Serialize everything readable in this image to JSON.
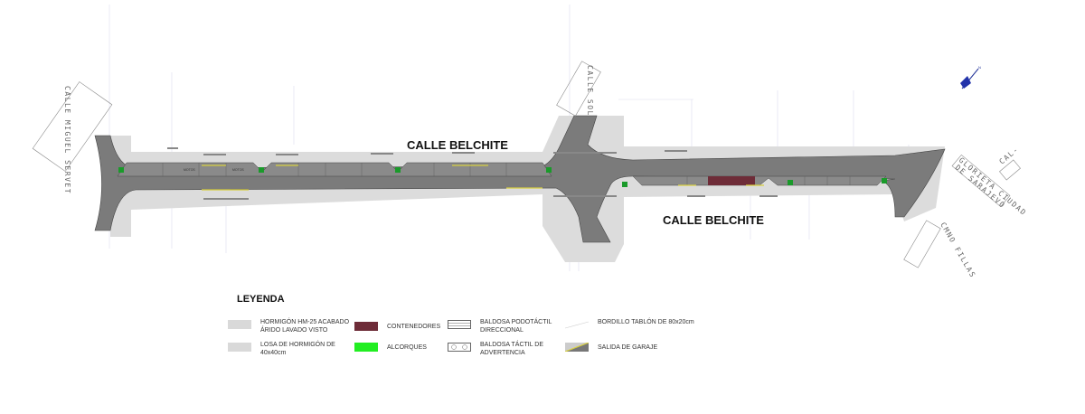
{
  "plan": {
    "street_main_label_top": "CALLE BELCHITE",
    "street_main_label_bottom": "CALLE BELCHITE",
    "street_west": "CALLE MIGUEL SERVET",
    "street_cross": "CALLE SOL",
    "roundabout_line1": "GLORIETA CIUDAD",
    "roundabout_line2": "DE SARAJEVO",
    "street_east_partial": "CAL-",
    "street_southeast": "CMNO FILLAS",
    "parking_motos_1": "MOTOS",
    "parking_motos_2": "MOTOS",
    "north_label": "N"
  },
  "legend": {
    "title": "LEYENDA",
    "items": [
      {
        "label": "HORMIGÓN HM-25 ACABADO ÁRIDO LAVADO VISTO",
        "color": "#d9d9d9"
      },
      {
        "label": "LOSA DE HORMIGÓN DE 40x40cm",
        "color": "#d9d9d9"
      },
      {
        "label": "CONTENEDORES",
        "color": "#6e2c38"
      },
      {
        "label": "ALCORQUES",
        "color": "#22ee22"
      },
      {
        "label": "BALDOSA PODOTÁCTIL DIRECCIONAL"
      },
      {
        "label": "BALDOSA TÁCTIL DE ADVERTENCIA"
      },
      {
        "label": "BORDILLO TABLÓN DE 80x20cm"
      },
      {
        "label": "SALIDA DE GARAJE"
      }
    ]
  },
  "colors": {
    "road": "#7a7a7a",
    "sidewalk": "#dcdcdc",
    "tree_pit": "#1a9a2a",
    "container": "#6e2c38",
    "garage": "#d8d040"
  }
}
